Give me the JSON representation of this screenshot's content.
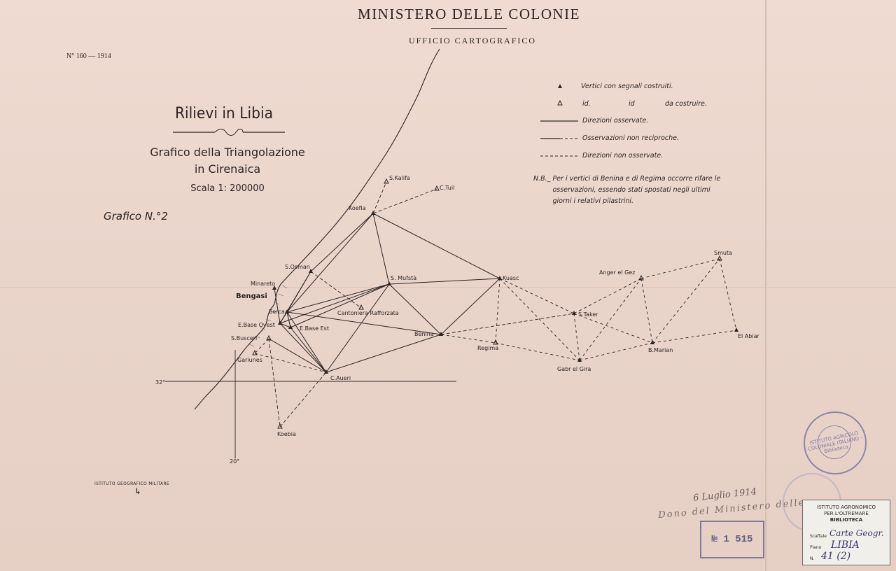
{
  "header": {
    "ministry": "MINISTERO DELLE COLONIE",
    "office": "UFFICIO CARTOGRAFICO",
    "ref_number": "N° 160 — 1914"
  },
  "title": {
    "main": "Rilievi in Libia",
    "subtitle_1": "Grafico della Triangolazione",
    "subtitle_2": "in Cirenaica",
    "scale": "Scala 1: 200000",
    "grafico": "Grafico N.°2"
  },
  "legend": {
    "item_built": "Vertici con segnali costruiti.",
    "item_to_build_id1": "id.",
    "item_to_build_id2": "id",
    "item_to_build": "da costruire.",
    "item_observed": "Direzioni osservate.",
    "item_non_reciprocal": "Osservazioni non reciproche.",
    "item_not_observed": "Direzioni non osservate.",
    "nb_label": "N.B._",
    "nb_text": "Per i vertici di Benina e di Regima occorre rifare le osservazioni, essendo stati spostati negli ultimi giorni i relativi pilastrini."
  },
  "places": {
    "s_kalifa": "S.Kalifa",
    "c_tuil": "C.Tuil",
    "koefia": "Koefia",
    "s_osman": "S.Osman",
    "s_mufsta": "S. Mufstà",
    "minareto": "Minareto",
    "bengasi": "Bengasi",
    "berca": "Berca",
    "cantoniera": "Cantoniera Rafforzata",
    "e_base_ovest": "E.Base Ovest",
    "e_base_est": "E.Base Est",
    "s_busceri": "S.Busceri",
    "gariunes": "Gariunes",
    "c_aueri": "C.Aueri",
    "koebia": "Koebia",
    "benina": "Benina",
    "regima": "Regima",
    "kuasc": "Kuasc",
    "s_taker": "S.Taker",
    "gabr_el_gira": "Gabr el Gira",
    "anger_el_gez": "Anger el Gez",
    "smuta": "Smuta",
    "b_marian": "B.Marian",
    "el_abiar": "El Abiar",
    "lat_label": "32°",
    "lon_label": "20°"
  },
  "imprint": {
    "igm": "ISTITUTO GEOGRAFICO MILITARE"
  },
  "annotations": {
    "date": "6 Luglio 1914",
    "dono": "Dono del Ministero delle",
    "stamp_number": "№ 1 515",
    "round_stamp": "ISTITUTO AGRICOLO COLONIALE ITALIANO · Biblioteca"
  },
  "library_label": {
    "line1": "ISTITUTO AGRONOMICO",
    "line2": "PER L'OLTREMARE",
    "line3": "BIBLIOTECA",
    "scaffale_label": "Scaffale",
    "scaffale_value": "Carte Geogr.",
    "piano_label": "Piano",
    "piano_value": "LIBIA",
    "n_label": "N.",
    "n_value": "41 (2)"
  },
  "colors": {
    "paper": "#ebd6cc",
    "ink": "#2b2424",
    "stamp_violet": "#7e7a9c"
  }
}
